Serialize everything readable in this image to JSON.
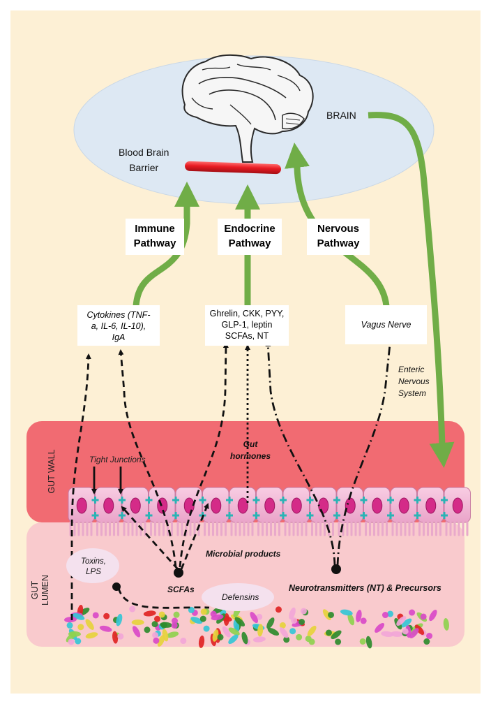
{
  "brain_label": "BRAIN",
  "bbb_label_line1": "Blood Brain",
  "bbb_label_line2": "Barrier",
  "pathways": {
    "immune_line1": "Immune",
    "immune_line2": "Pathway",
    "endocrine_line1": "Endocrine",
    "endocrine_line2": "Pathway",
    "nervous_line1": "Nervous",
    "nervous_line2": "Pathway"
  },
  "boxes": {
    "cytokines_line1": "Cytokines (TNF-",
    "cytokines_line2": "a, IL-6, IL-10),",
    "cytokines_line3": "IgA",
    "hormones_line1": "Ghrelin, CKK, PYY,",
    "hormones_line2": "GLP-1, leptin",
    "hormones_line3": "SCFAs, NT",
    "vagus": "Vagus Nerve"
  },
  "enteric_line1": "Enteric",
  "enteric_line2": "Nervous",
  "enteric_line3": "System",
  "gut_hormones_line1": "Gut",
  "gut_hormones_line2": "hormones",
  "gut_wall_label": "GUT WALL",
  "gut_lumen_line1": "GUT",
  "gut_lumen_line2": "LUMEN",
  "tight_junctions": "Tight Junctions",
  "microbial_products": "Microbial products",
  "toxins_line1": "Toxins,",
  "toxins_line2": "LPS",
  "scfas": "SCFAs",
  "defensins": "Defensins",
  "neurotransmitters": "Neurotransmitters (NT) & Precursors",
  "colors": {
    "background": "#fdf0d5",
    "brain_ellipse": "#dde8f3",
    "green_arrow": "#70ad47",
    "gut_wall": "#f16b72",
    "gut_lumen": "#f9cacd",
    "cell": "#f5bedb",
    "nucleus": "#d42b88",
    "junction": "#2bb3b5",
    "bbb": "#e81b23"
  }
}
